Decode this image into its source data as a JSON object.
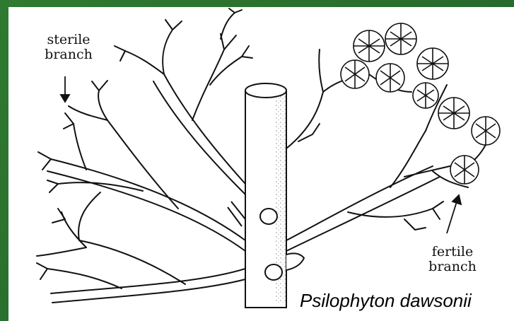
{
  "labels": {
    "sterile_line1": "sterile",
    "sterile_line2": "branch",
    "fertile_line1": "fertile",
    "fertile_line2": "branch",
    "species": "Psilophyton dawsonii"
  },
  "colors": {
    "border_green": "#2a6b2c",
    "background": "#ffffff",
    "ink": "#111111"
  }
}
